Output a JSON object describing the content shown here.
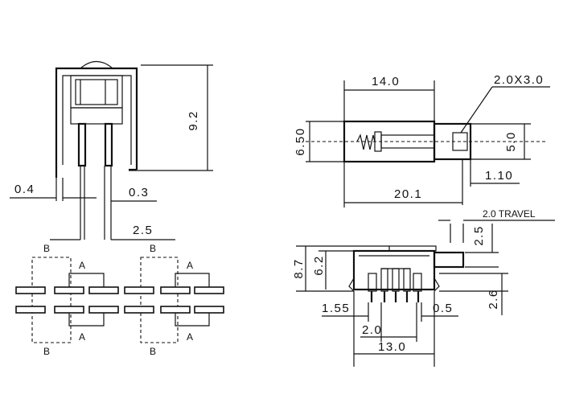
{
  "front_view": {
    "height_dim": "9.2",
    "pin_width_dim": "0.4",
    "pin_gap_dim": "0.3",
    "pin_pitch_dim": "2.5"
  },
  "pad_layout": {
    "label_a": "A",
    "label_b": "B"
  },
  "top_view": {
    "body_length_dim": "14.0",
    "knob_dim": "2.0X3.0",
    "body_height_dim": "6.50",
    "knob_height_dim": "5.0",
    "knob_offset_dim": "1.10",
    "total_length_dim": "20.1"
  },
  "side_view": {
    "travel_dim": "2.0 TRAVEL",
    "knob_height_dim": "2.5",
    "total_height_dim": "8.7",
    "body_height_dim": "6.2",
    "lead_dim": "2.6",
    "edge_offset_dim": "1.55",
    "lead_width_dim": "0.5",
    "pitch_dim": "2.0",
    "span_dim": "13.0"
  },
  "colors": {
    "line": "#111111",
    "background": "#ffffff"
  }
}
